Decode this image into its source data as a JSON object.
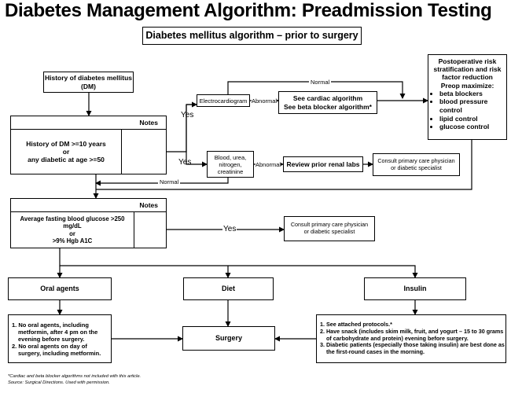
{
  "title": "Diabetes Management Algorithm: Preadmission Testing",
  "subtitle": "Diabetes mellitus algorithm – prior to surgery",
  "nodes": {
    "history_dm": [
      "History of diabetes mellitus",
      "(DM)"
    ],
    "notes1": {
      "header": "Notes",
      "lines": [
        "History of DM >=10 years",
        "or",
        "any diabetic at age >=50"
      ]
    },
    "ecg": "Electrocardiogram",
    "cardiac": [
      "See cardiac algorithm",
      "See beta blocker algorithm*"
    ],
    "bun": [
      "Blood, urea,",
      "nitrogen,",
      "creatinine"
    ],
    "renal": "Review prior renal labs",
    "consult1": [
      "Consult primary care physician",
      "or diabetic specialist"
    ],
    "postop": {
      "lines": [
        "Postoperative risk",
        "stratification and risk",
        "factor reduction",
        "Preop maximize:"
      ],
      "items": [
        "beta blockers",
        "blood pressure control",
        "lipid control",
        "glucose control"
      ]
    },
    "notes2": {
      "header": "Notes",
      "lines": [
        "Average fasting blood glucose >250 mg/dL",
        "or",
        ">9% Hgb A1C"
      ]
    },
    "consult2": [
      "Consult primary care physician",
      "or diabetic specialist"
    ],
    "oral": "Oral agents",
    "diet": "Diet",
    "insulin": "Insulin",
    "oral_notes": [
      "1. No oral agents, including",
      "metformin, after 4 pm on the",
      "evening before surgery.",
      "2. No oral agents on day of",
      "surgery, including metformin."
    ],
    "surgery": "Surgery",
    "insulin_notes": [
      "1. See attached protocols.*",
      "2. Have snack (includes skim milk, fruit, and yogurt – 15 to 30 grams",
      "of carbohydrate and protein) evening before surgery.",
      "3. Diabetic patients (especially those taking insulin) are best done as",
      "the first-round cases in the morning."
    ]
  },
  "edge_labels": {
    "yes1": "Yes",
    "yes2": "Yes",
    "yes3": "Yes",
    "abnormal1": "Abnormal",
    "abnormal2": "Abnormal",
    "normal1": "Normal",
    "normal2": "Normal"
  },
  "footnotes": [
    "*Cardiac and beta blocker algorithms not included with this article.",
    "Source: Surgical Directions. Used with permission."
  ]
}
